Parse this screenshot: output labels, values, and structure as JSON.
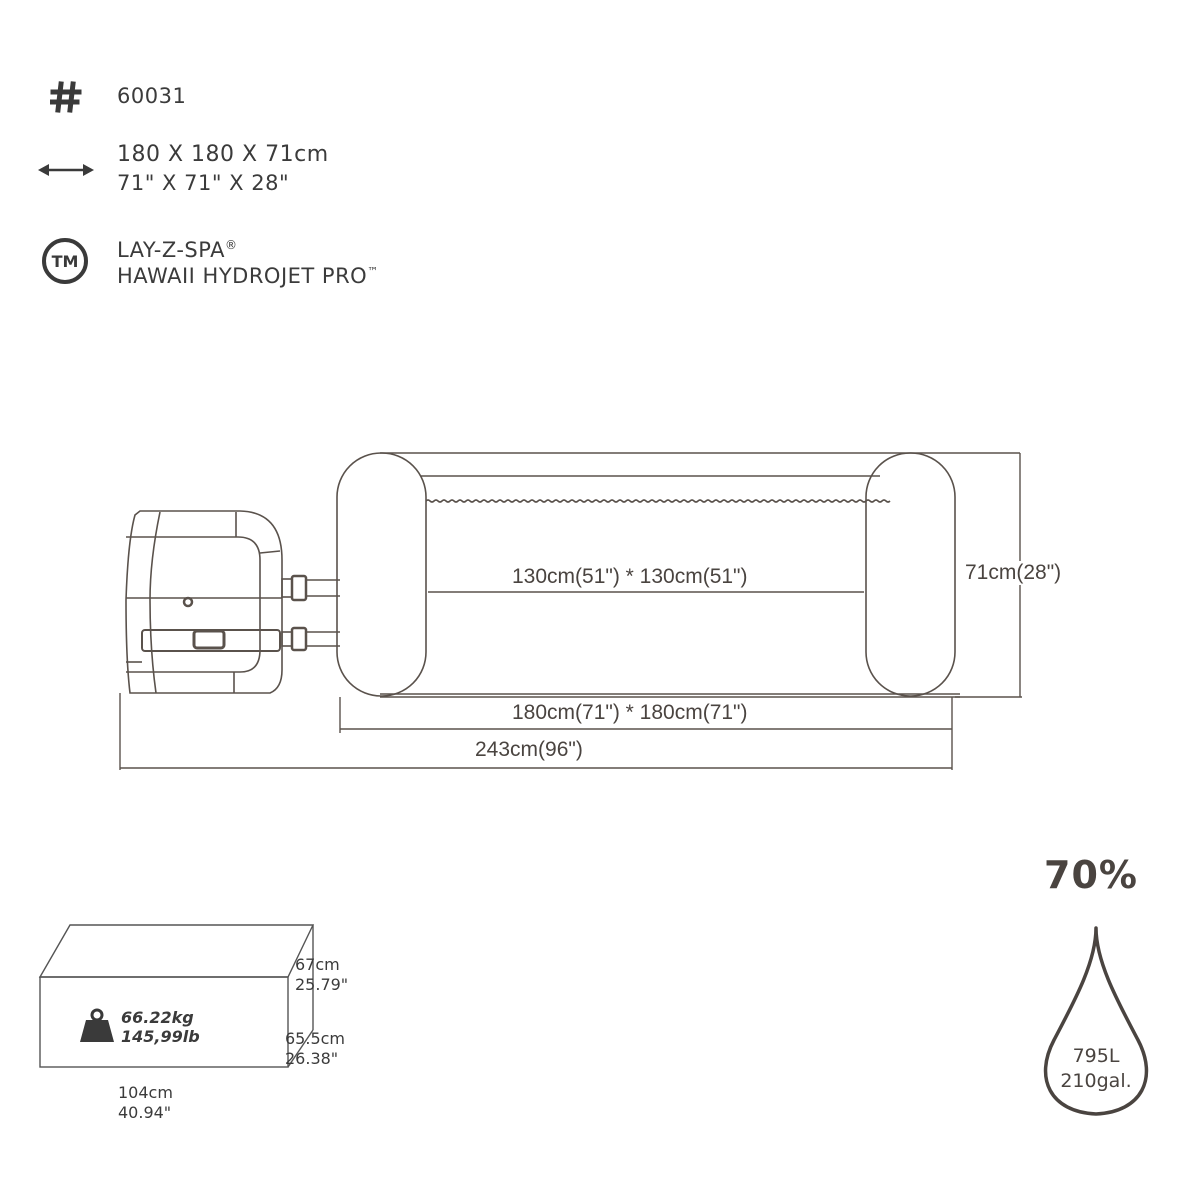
{
  "specs": {
    "model": {
      "icon": "hash-icon",
      "value": "60031"
    },
    "size": {
      "icon": "double-arrow-icon",
      "metric": "180 X 180 X 71cm",
      "imperial": "71\" X 71\" X 28\""
    },
    "name": {
      "icon": "trademark-circle-icon",
      "line1": "LAY-Z-SPA",
      "line1_mark": "®",
      "line2": "HAWAII HYDROJET PRO",
      "line2_mark": "™"
    }
  },
  "diagram": {
    "inner_dimension": "130cm(51\") * 130cm(51\")",
    "outer_dimension": "180cm(71\") * 180cm(71\")",
    "total_length": "243cm(96\")",
    "height": "71cm(28\")",
    "colors": {
      "line": "#5a524c",
      "text": "#4a4440"
    }
  },
  "package": {
    "height_cm": "67cm",
    "height_in": "25.79\"",
    "depth_cm": "65.5cm",
    "depth_in": "26.38\"",
    "width_cm": "104cm",
    "width_in": "40.94\"",
    "weight_kg": "66.22kg",
    "weight_lb": "145,99lb",
    "icon": "weight-icon"
  },
  "water": {
    "fill_percent": "70%",
    "volume_l": "795L",
    "volume_gal": "210gal.",
    "icon": "water-drop-icon"
  }
}
